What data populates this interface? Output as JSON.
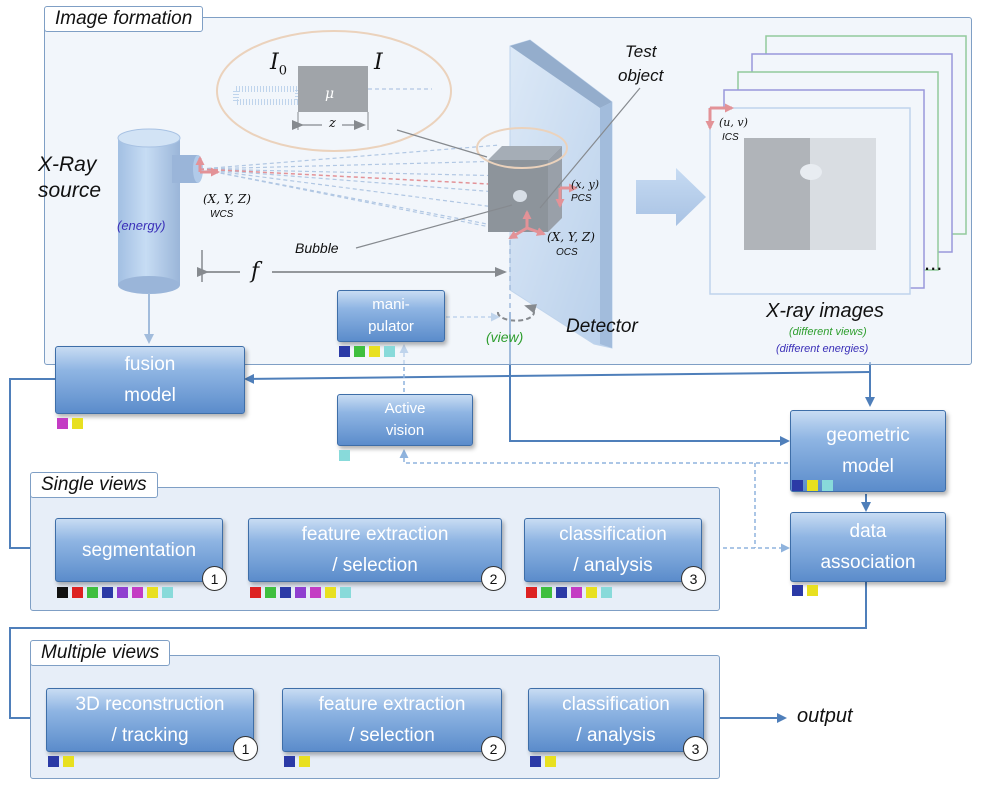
{
  "panels": {
    "image_formation": "Image formation",
    "single_views": "Single views",
    "multiple_views": "Multiple views"
  },
  "labels": {
    "xray_source": "X-Ray\nsource",
    "energy": "(energy)",
    "wcs_coords": "(X, Y, Z)",
    "wcs": "WCS",
    "f": "f",
    "bubble": "Bubble",
    "test_object": "Test\nobject",
    "pcs_coords": "(x, y)",
    "pcs": "PCS",
    "ocs_coords": "(X, Y, Z)",
    "ocs": "OCS",
    "i0": "I",
    "i0_sub": "0",
    "i": "I",
    "mu": "μ",
    "z": "z",
    "detector": "Detector",
    "view": "(view)",
    "ics_coords": "(u, v)",
    "ics": "ICS",
    "xray_images": "X-ray images",
    "different_views": "(different views)",
    "different_energies": "(different energies)",
    "ellipsis": "...",
    "output": "output"
  },
  "boxes": {
    "fusion": "fusion\nmodel",
    "manipulator": "mani-\npulator",
    "active_vision": "Active\nvision",
    "geometric": "geometric\nmodel",
    "data_assoc": "data\nassociation",
    "segmentation": "segmentation",
    "feat_single": "feature extraction\n/ selection",
    "class_single": "classification\n/ analysis",
    "recon": "3D reconstruction\n/ tracking",
    "feat_multi": "feature extraction\n/ selection",
    "class_multi": "classification\n/ analysis"
  },
  "numbers": {
    "segmentation": "1",
    "feat_single": "2",
    "class_single": "3",
    "recon": "1",
    "feat_multi": "2",
    "class_multi": "3"
  },
  "swatches": {
    "fusion": [
      "#c43cc4",
      "#e8e020"
    ],
    "manipulator": [
      "#2b3aa6",
      "#3fbf3f",
      "#e8e020",
      "#88dada"
    ],
    "active_vision": [
      "#88dada"
    ],
    "geometric": [
      "#2b3aa6",
      "#e8e020",
      "#88dada"
    ],
    "data_assoc": [
      "#2b3aa6",
      "#e8e020"
    ],
    "segmentation": [
      "#111111",
      "#dd2222",
      "#3fbf3f",
      "#2b3aa6",
      "#8f3fd0",
      "#c43cc4",
      "#e8e020",
      "#88dada"
    ],
    "feat_single": [
      "#dd2222",
      "#3fbf3f",
      "#2b3aa6",
      "#8f3fd0",
      "#c43cc4",
      "#e8e020",
      "#88dada"
    ],
    "class_single": [
      "#dd2222",
      "#3fbf3f",
      "#2b3aa6",
      "#c43cc4",
      "#e8e020",
      "#88dada"
    ],
    "recon": [
      "#2b3aa6",
      "#e8e020"
    ],
    "feat_multi": [
      "#2b3aa6",
      "#e8e020"
    ],
    "class_multi": [
      "#2b3aa6",
      "#e8e020"
    ]
  },
  "colors": {
    "panel_bg": "#e7eef8",
    "panel_border": "#7f9fc5",
    "box_top": "#c8dcf3",
    "box_bottom": "#5b8ccb",
    "flow_arrow": "#4f7fba",
    "axis_red": "#dd2222",
    "ellipse": "#efb073",
    "views_green": "#2e9e2e",
    "energies_blue": "#3a2fb8"
  }
}
